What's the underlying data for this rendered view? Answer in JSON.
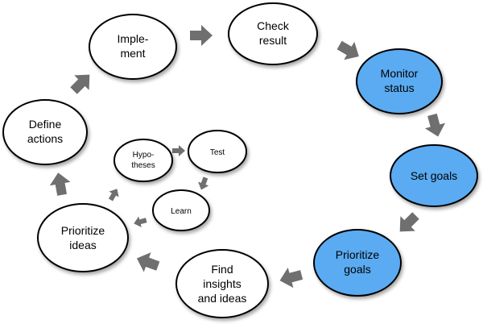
{
  "colors": {
    "node_white": "#ffffff",
    "node_blue": "#5aabf2",
    "outline": "#000000",
    "arrow": "#6f6f6f"
  },
  "nodes": {
    "implement": {
      "line1": "Imple-",
      "line2": "ment"
    },
    "check_result": {
      "line1": "Check",
      "line2": "result"
    },
    "monitor_status": {
      "line1": "Monitor",
      "line2": "status"
    },
    "set_goals": {
      "label": "Set goals"
    },
    "prioritize_goals": {
      "line1": "Prioritize",
      "line2": "goals"
    },
    "find_insights": {
      "line1": "Find",
      "line2": "insights",
      "line3": "and ideas"
    },
    "prioritize_ideas": {
      "line1": "Prioritize",
      "line2": "ideas"
    },
    "define_actions": {
      "line1": "Define",
      "line2": "actions"
    },
    "hypotheses": {
      "line1": "Hypo-",
      "line2": "theses"
    },
    "test": {
      "label": "Test"
    },
    "learn": {
      "label": "Learn"
    }
  }
}
